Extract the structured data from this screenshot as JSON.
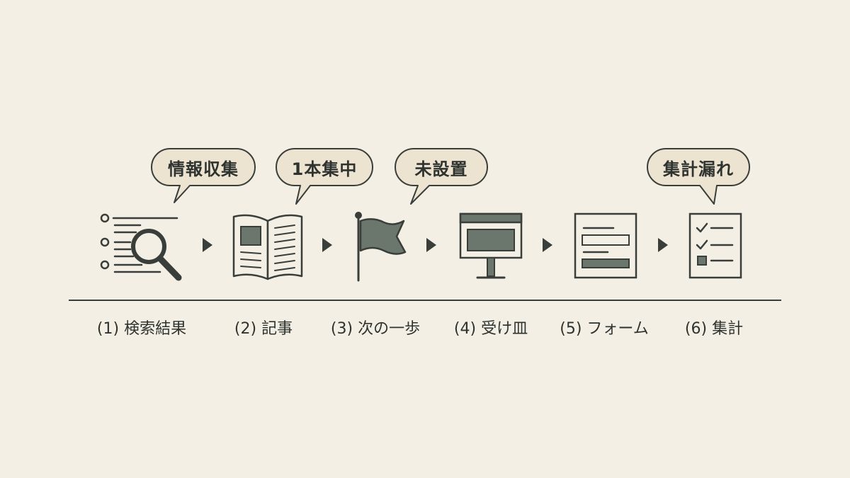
{
  "bubbles": {
    "b1": "情報収集",
    "b2": "1本集中",
    "b3": "未設置",
    "b4": "集計漏れ"
  },
  "steps": [
    {
      "label": "(1) 検索結果",
      "icon": "search-results-icon"
    },
    {
      "label": "(2) 記事",
      "icon": "article-icon"
    },
    {
      "label": "(3) 次の一歩",
      "icon": "flag-icon"
    },
    {
      "label": "(4) 受け皿",
      "icon": "landing-board-icon"
    },
    {
      "label": "(5) フォーム",
      "icon": "form-icon"
    },
    {
      "label": "(6) 集計",
      "icon": "checklist-icon"
    }
  ],
  "colors": {
    "background": "#f3efe4",
    "ink": "#3a3e3b",
    "fill": "#6b776c",
    "bubble": "#ece3d0"
  }
}
